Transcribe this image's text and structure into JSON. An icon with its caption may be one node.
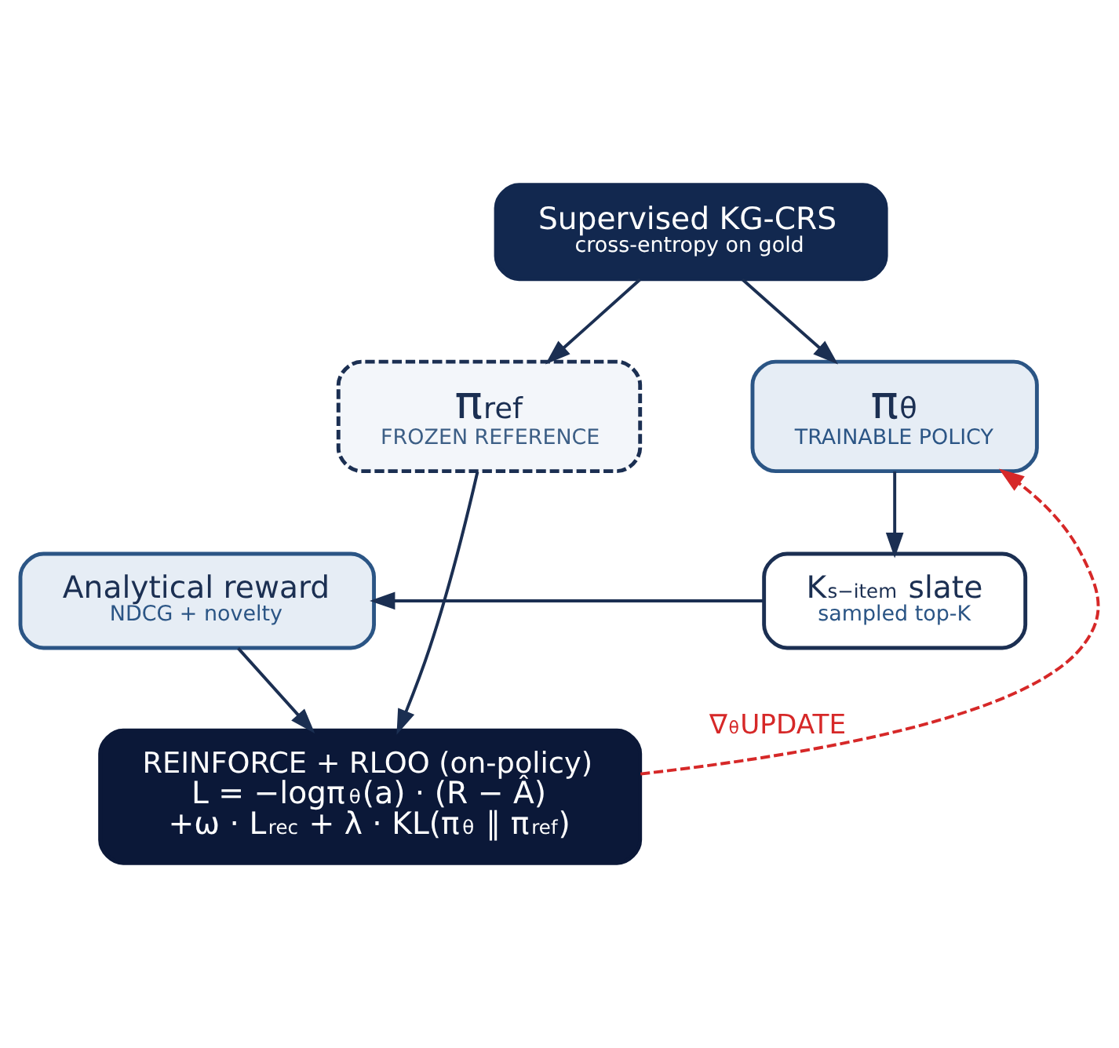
{
  "diagram": {
    "nodes": [
      {
        "text": [
          "Supervised KG-CRS",
          "cross-entropy on gold"
        ]
      },
      {
        "text": [
          "π$_{ref}$",
          "FROZEN REFERENCE"
        ]
      },
      {
        "text": [
          "π$_{θ}$",
          "TRAINABLE POLICY"
        ]
      },
      {
        "text": [
          "Analytical reward",
          "NDCG + novelty"
        ]
      },
      {
        "text": [
          "K$_{s−item}$ slate",
          "sampled top-K"
        ]
      },
      {
        "text": [
          "REINFORCE + RLOO (on-policy)",
          "L = −logπ$_{θ}$(a) · (R − Â)",
          "+ω · L$_{rec}$ + λ · KL(π$_{θ}$ ∥ π$_{ref}$)"
        ]
      }
    ],
    "edges": [
      {
        "from": 0,
        "to": 1,
        "arrow": "to"
      },
      {
        "from": 0,
        "to": 2,
        "arrow": "to"
      },
      {
        "from": 2,
        "to": 4,
        "arrow": "to"
      },
      {
        "from": 4,
        "to": 3,
        "arrow": "to"
      },
      {
        "from": 3,
        "to": 5,
        "arrow": "to"
      },
      {
        "from": 1,
        "to": 5,
        "arrow": "to"
      },
      {
        "from": 5,
        "to": 2,
        "arrow": "to",
        "label": "∇$_{θ}$UPDATE",
        "style": "dashed",
        "color": "#d62828"
      }
    ]
  }
}
